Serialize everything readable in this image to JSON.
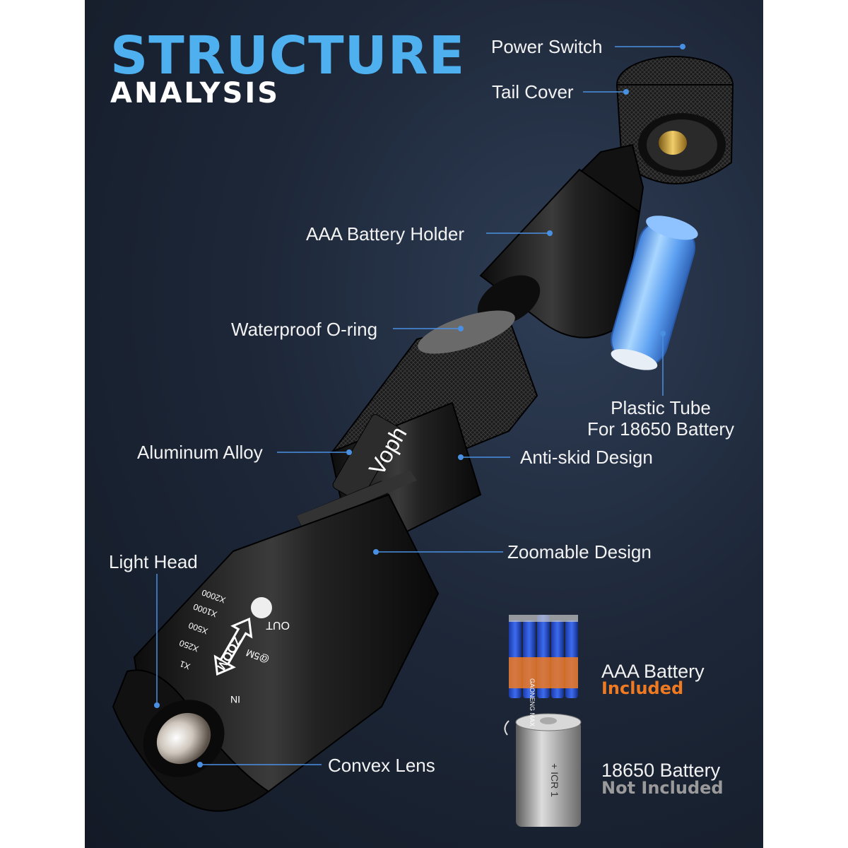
{
  "title": {
    "line1": "STRUCTURE",
    "line2": "ANALYSIS"
  },
  "labels": {
    "power_switch": "Power Switch",
    "tail_cover": "Tail Cover",
    "aaa_battery_holder": "AAA Battery Holder",
    "waterproof_o_ring": "Waterproof O-ring",
    "plastic_tube_line1": "Plastic Tube",
    "plastic_tube_line2": "For 18650 Battery",
    "aluminum_alloy": "Aluminum Alloy",
    "anti_skid_design": "Anti-skid Design",
    "zoomable_design": "Zoomable Design",
    "light_head": "Light Head",
    "convex_lens": "Convex Lens"
  },
  "brand": "Voph",
  "zoom_markings": {
    "zoom": "ZOOM",
    "out": "OUT",
    "in": "IN",
    "distance": "@5M",
    "levels": [
      "X2000",
      "X1000",
      "X500",
      "X250",
      "X1"
    ]
  },
  "batteries": {
    "aaa": {
      "title": "AAA Battery",
      "status": "Included",
      "print": "GAONENG MAX"
    },
    "cell_18650": {
      "title": "18650 Battery",
      "status": "Not Included",
      "print": "+ ICR 1"
    }
  },
  "colors": {
    "title_accent": "#4fb0f0",
    "leader_line": "#4a90e2",
    "included": "#f07a22",
    "not_included": "#9a9a9a"
  },
  "icons": [
    "leader-dot-icon",
    "aaa-batteries-icon",
    "cell-18650-icon",
    "up-down-arrow-icon",
    "led-icon"
  ]
}
